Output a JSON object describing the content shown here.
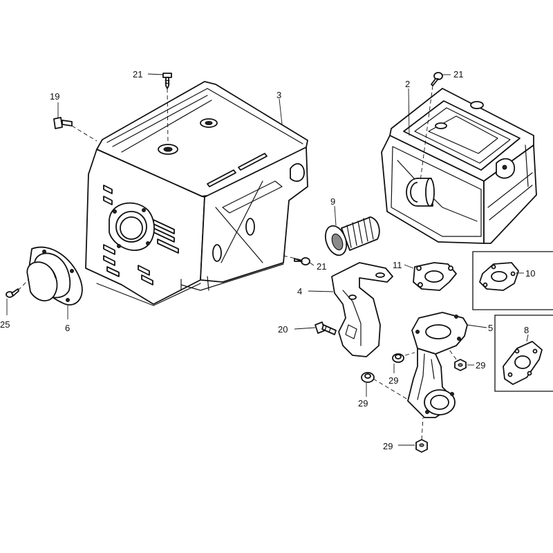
{
  "callouts": {
    "c2": "2",
    "c3": "3",
    "c4": "4",
    "c5": "5",
    "c6": "6",
    "c8": "8",
    "c9": "9",
    "c10": "10",
    "c11": "11",
    "c19": "19",
    "c20": "20",
    "c21_top": "21",
    "c21_right": "21",
    "c21_mid": "21",
    "c25": "25",
    "c29_a": "29",
    "c29_b": "29",
    "c29_c": "29",
    "c29_d": "29"
  }
}
